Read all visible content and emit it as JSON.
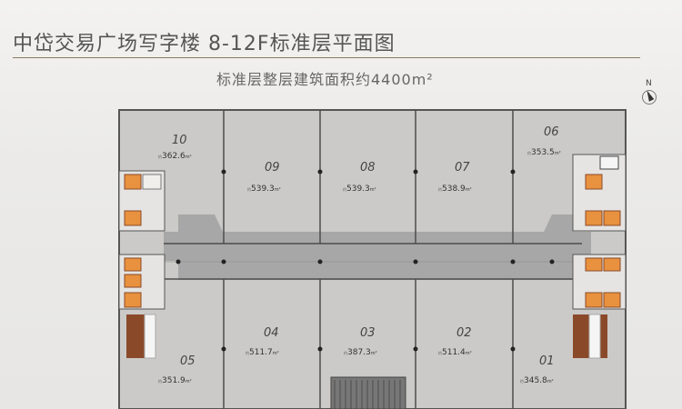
{
  "header": {
    "title": "中岱交易广场写字楼 8-12F标准层平面图",
    "subtitle": "标准层整层建筑面积约4400m²",
    "compass_letter": "N"
  },
  "units": [
    {
      "id": "10",
      "prefix": "约",
      "area": "362.6",
      "unit": "m²"
    },
    {
      "id": "09",
      "prefix": "约",
      "area": "539.3",
      "unit": "m²"
    },
    {
      "id": "08",
      "prefix": "约",
      "area": "539.3",
      "unit": "m²"
    },
    {
      "id": "07",
      "prefix": "约",
      "area": "538.9",
      "unit": "m²"
    },
    {
      "id": "06",
      "prefix": "约",
      "area": "353.5",
      "unit": "m²"
    },
    {
      "id": "05",
      "prefix": "约",
      "area": "351.9",
      "unit": "m²"
    },
    {
      "id": "04",
      "prefix": "约",
      "area": "511.7",
      "unit": "m²"
    },
    {
      "id": "03",
      "prefix": "约",
      "area": "387.3",
      "unit": "m²"
    },
    {
      "id": "02",
      "prefix": "约",
      "area": "511.4",
      "unit": "m²"
    },
    {
      "id": "01",
      "prefix": "约",
      "area": "345.8",
      "unit": "m²"
    }
  ],
  "colors": {
    "floor": "#c9c8c6",
    "wall": "#5a5a5a",
    "corridor": "#a6a6a6",
    "core": "#8a4a2a",
    "stair": "#e08a3c",
    "rule": "#8c7a62"
  }
}
